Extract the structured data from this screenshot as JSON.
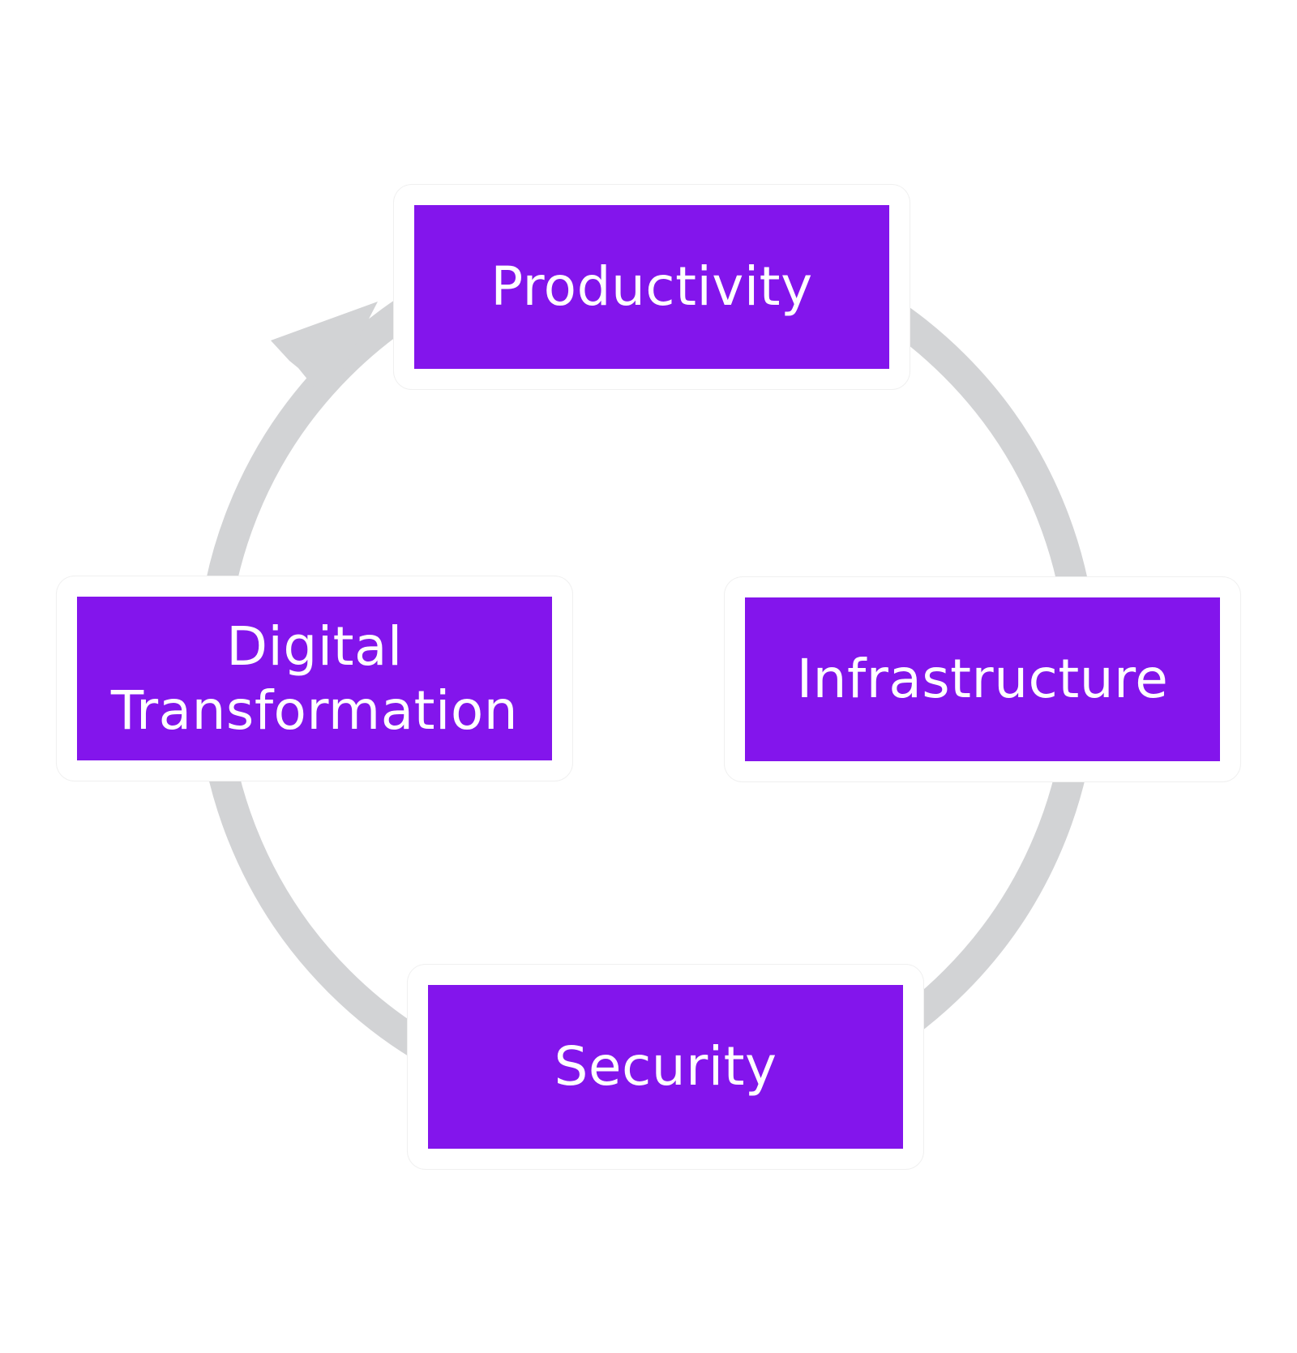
{
  "diagram": {
    "type": "cycle",
    "direction": "clockwise",
    "colors": {
      "box_fill": "#8315EC",
      "box_text": "#FFFFFF",
      "ring": "#D2D3D5",
      "background": "#FFFFFF"
    },
    "stages": [
      {
        "id": "productivity",
        "label": "Productivity"
      },
      {
        "id": "infrastructure",
        "label": "Infrastructure"
      },
      {
        "id": "security",
        "label": "Security"
      },
      {
        "id": "digital-transformation",
        "label": "Digital\nTransformation"
      }
    ],
    "arrow": {
      "from": "digital-transformation",
      "to": "productivity"
    }
  }
}
